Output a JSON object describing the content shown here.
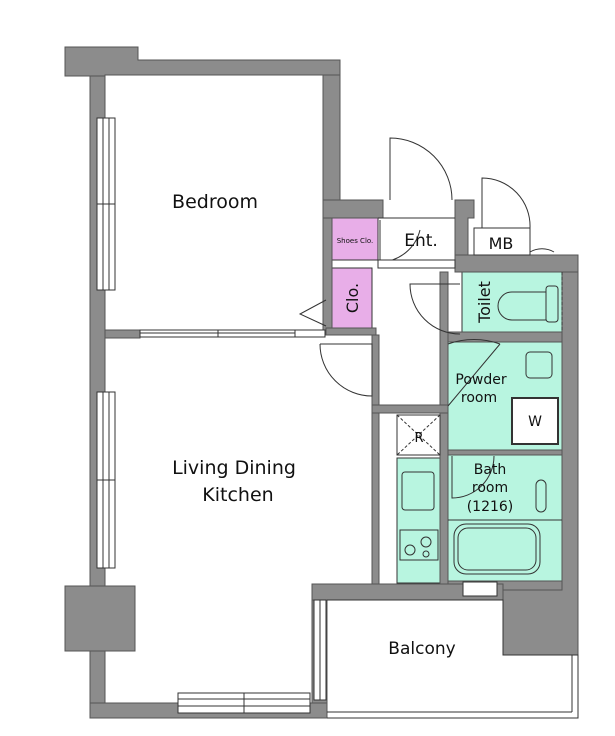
{
  "rooms": {
    "bedroom": "Bedroom",
    "ldk_line1": "Living Dining",
    "ldk_line2": "Kitchen",
    "entrance": "Ent.",
    "shoes_closet": "Shoes Clo.",
    "closet": "Clo.",
    "mb": "MB",
    "toilet": "Toilet",
    "powder_line1": "Powder",
    "powder_line2": "room",
    "washer": "W",
    "fridge": "R",
    "bath_line1": "Bath",
    "bath_line2": "room",
    "bath_line3": "(1216)",
    "balcony": "Balcony"
  },
  "colors": {
    "wall": "#8c8c8c",
    "wall_outline": "#555555",
    "wet_area": "#b8f5e0",
    "closet": "#e8aee8",
    "line": "#333333",
    "background": "#ffffff"
  }
}
